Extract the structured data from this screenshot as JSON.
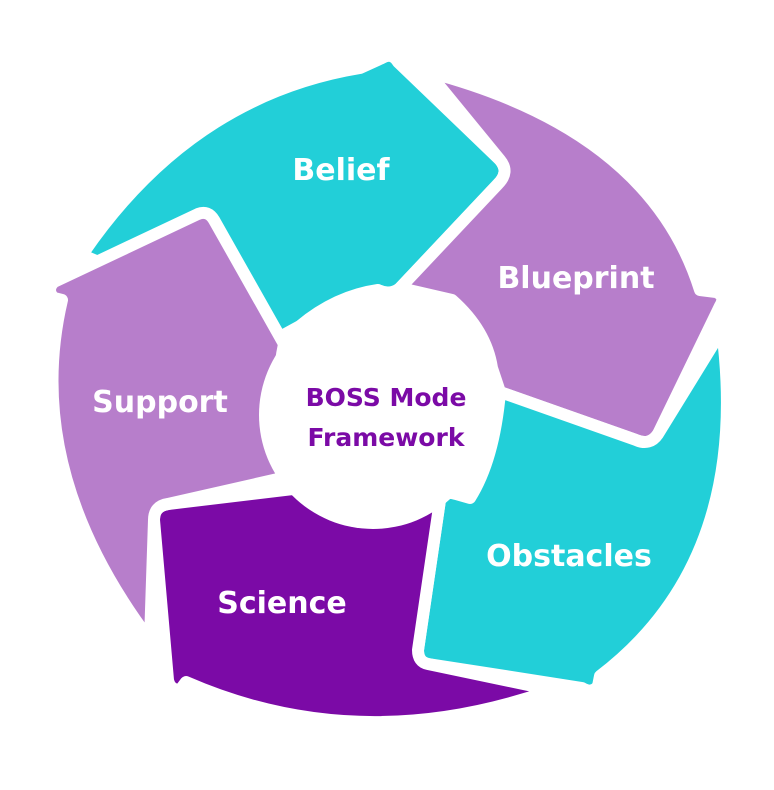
{
  "center": {
    "line1": "BOSS Mode",
    "line2": "Framework"
  },
  "segments": [
    {
      "label": "Belief",
      "color": "#22cfd8"
    },
    {
      "label": "Blueprint",
      "color": "#b77ecb"
    },
    {
      "label": "Obstacles",
      "color": "#22cfd8"
    },
    {
      "label": "Science",
      "color": "#7b0aa6"
    },
    {
      "label": "Support",
      "color": "#b77ecb"
    }
  ],
  "colors": {
    "center_text": "#7b0aa6",
    "center_fill": "#ffffff",
    "background": "#ffffff"
  }
}
